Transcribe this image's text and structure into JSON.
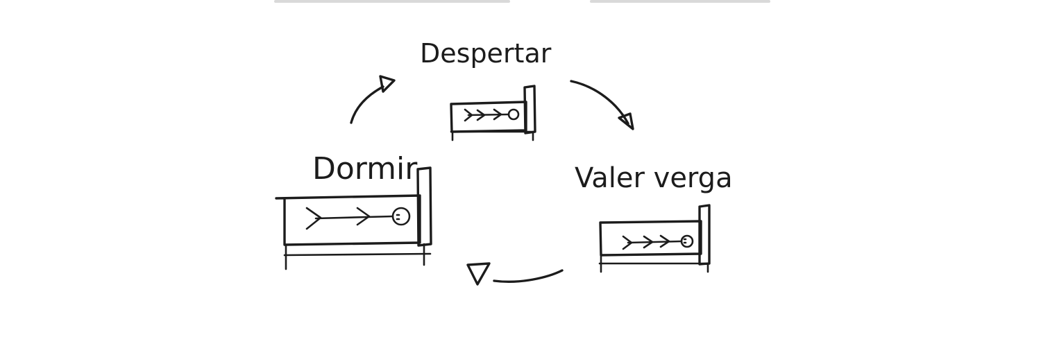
{
  "diagram": {
    "stages": [
      {
        "id": "wake",
        "label": "Despertar"
      },
      {
        "id": "fail",
        "label": "Valer verga"
      },
      {
        "id": "sleep",
        "label": "Dormir"
      }
    ]
  }
}
